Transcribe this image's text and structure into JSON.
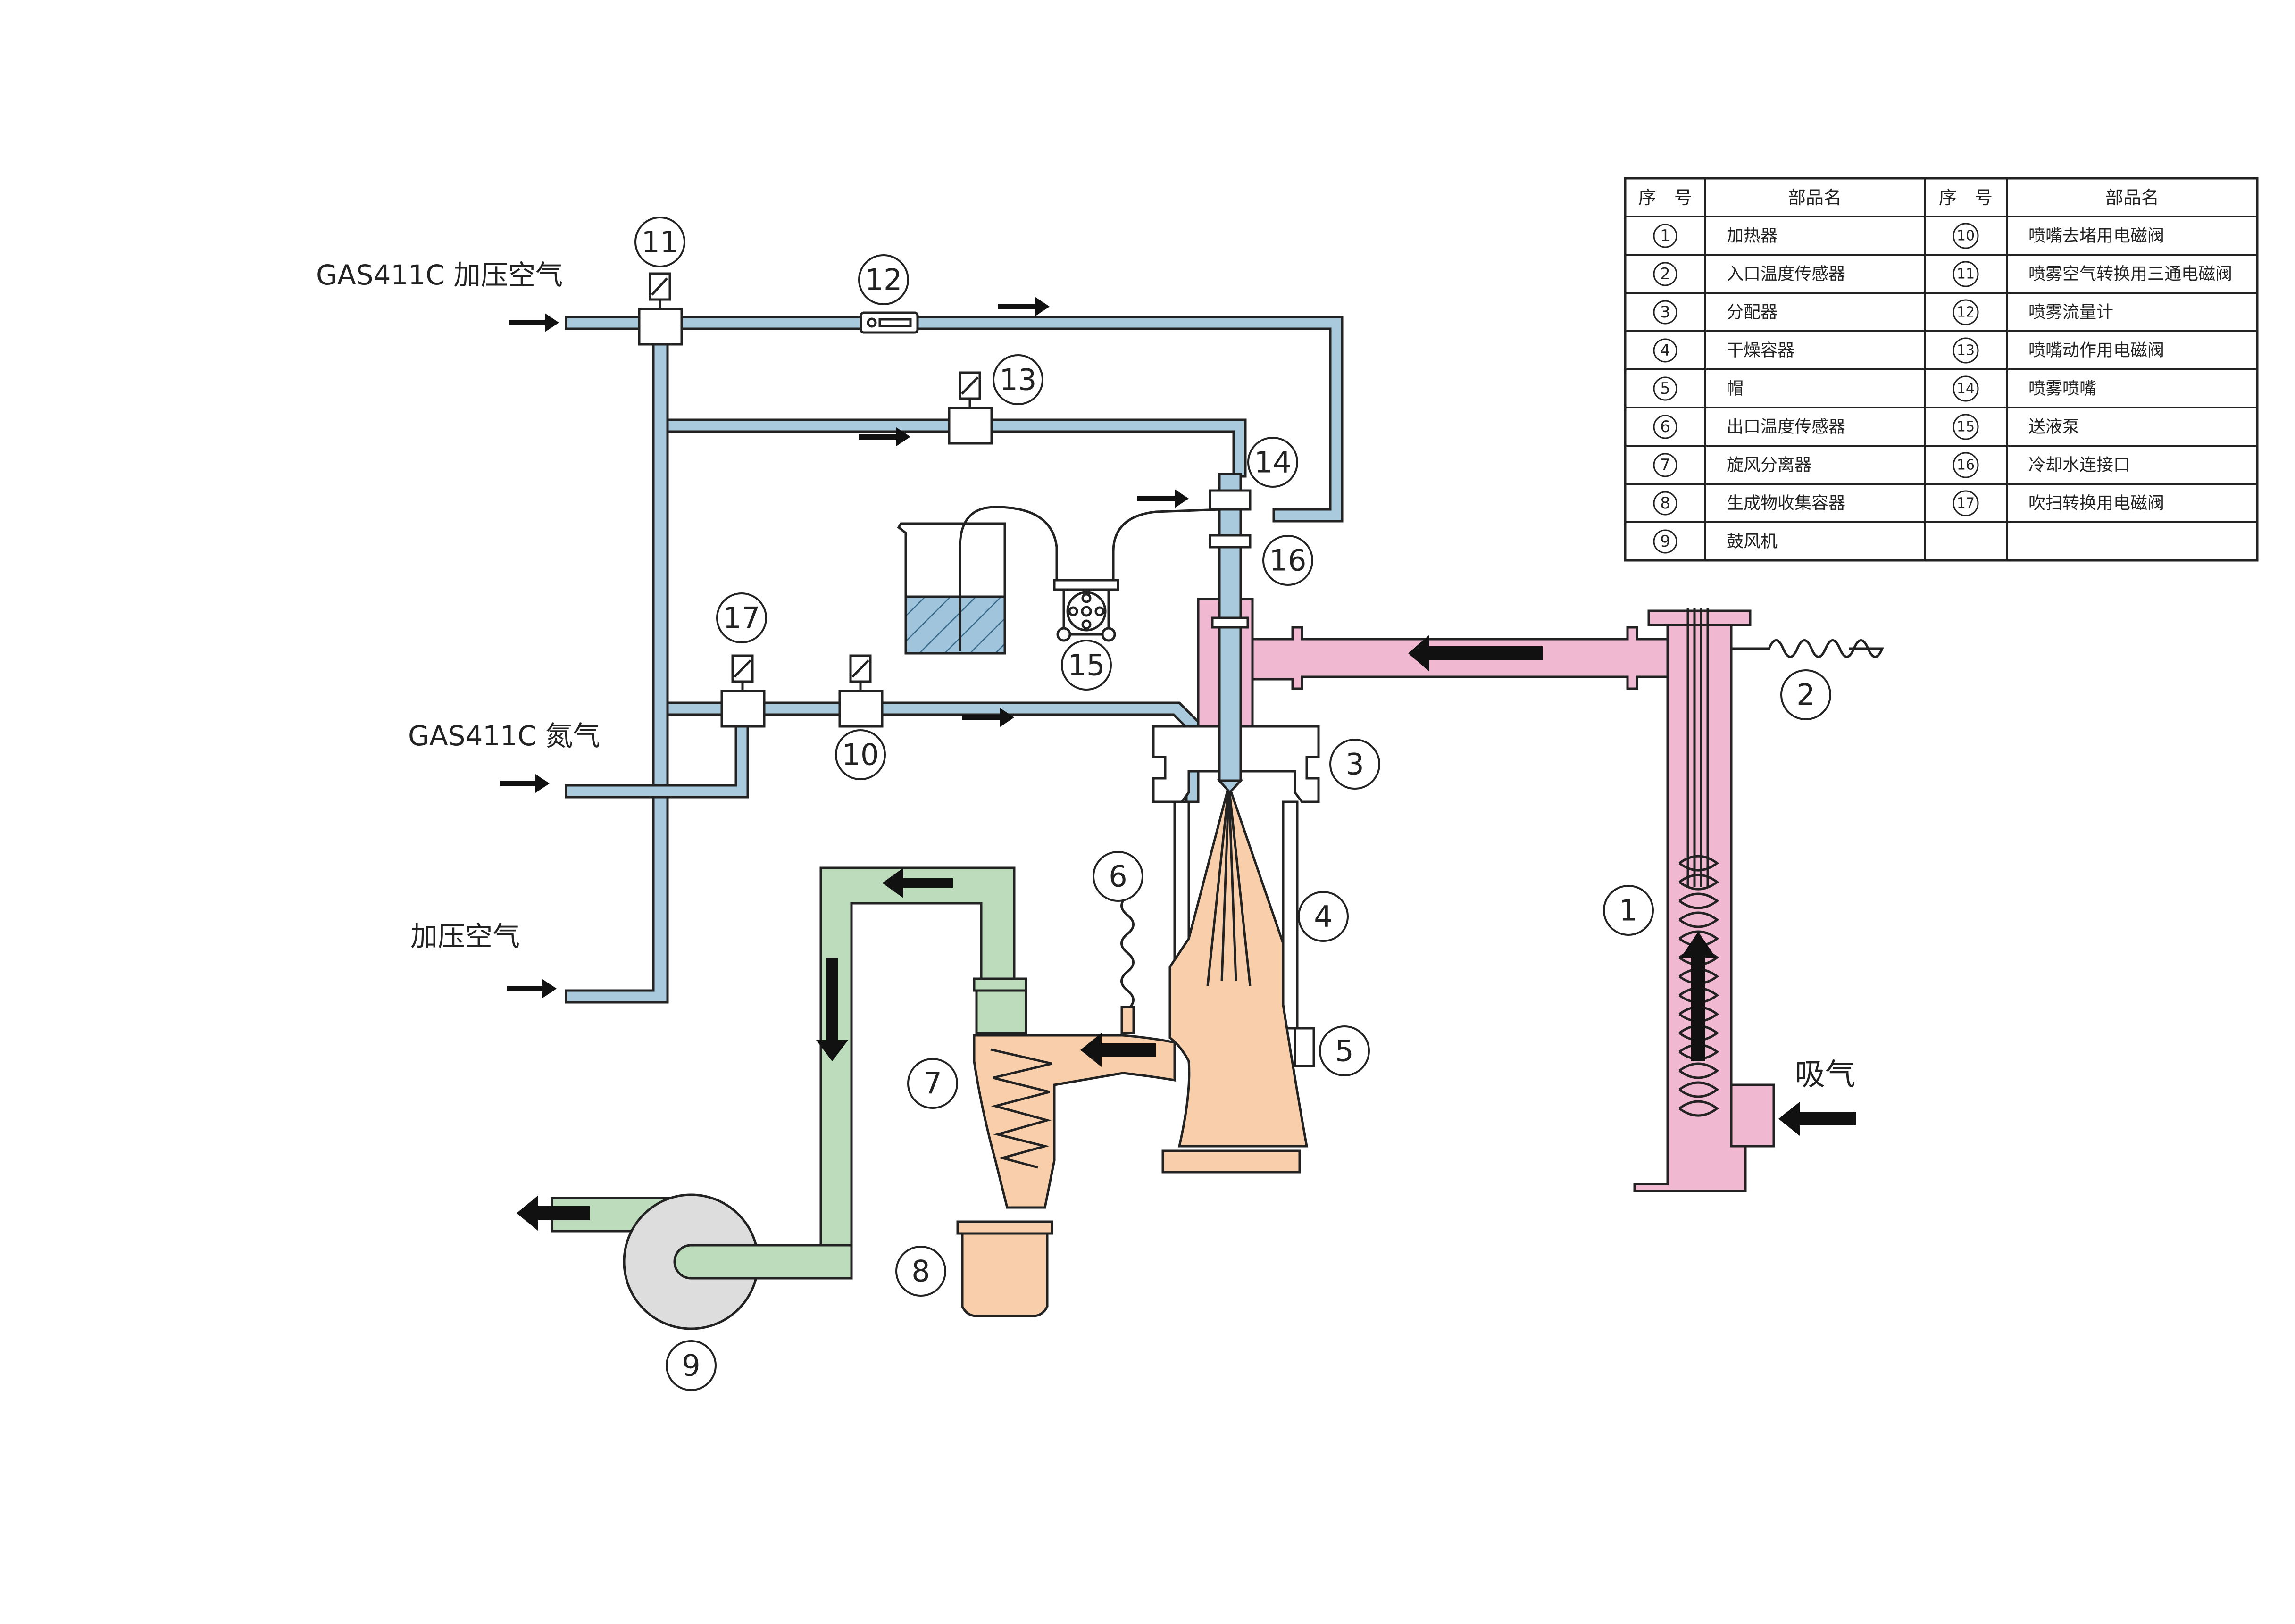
{
  "source_labels": {
    "gas_pressurized_air": "GAS411C 加压空气",
    "gas_nitrogen": "GAS411C 氮气",
    "pressurized_air": "加压空气",
    "intake": "吸气"
  },
  "component_numbers": [
    "1",
    "2",
    "3",
    "4",
    "5",
    "6",
    "7",
    "8",
    "9",
    "10",
    "11",
    "12",
    "13",
    "14",
    "15",
    "16",
    "17"
  ],
  "parts_table": {
    "headers": {
      "no": "序　号",
      "name": "部品名",
      "no2": "序　号",
      "name2": "部品名"
    },
    "left": [
      {
        "no": "1",
        "name": "加热器"
      },
      {
        "no": "2",
        "name": "入口温度传感器"
      },
      {
        "no": "3",
        "name": "分配器"
      },
      {
        "no": "4",
        "name": "干燥容器"
      },
      {
        "no": "5",
        "name": "帽"
      },
      {
        "no": "6",
        "name": "出口温度传感器"
      },
      {
        "no": "7",
        "name": "旋风分离器"
      },
      {
        "no": "8",
        "name": "生成物收集容器"
      },
      {
        "no": "9",
        "name": "鼓风机"
      }
    ],
    "right": [
      {
        "no": "10",
        "name": "喷嘴去堵用电磁阀"
      },
      {
        "no": "11",
        "name": "喷雾空气转换用三通电磁阀"
      },
      {
        "no": "12",
        "name": "喷雾流量计"
      },
      {
        "no": "13",
        "name": "喷嘴动作用电磁阀"
      },
      {
        "no": "14",
        "name": "喷雾喷嘴"
      },
      {
        "no": "15",
        "name": "送液泵"
      },
      {
        "no": "16",
        "name": "冷却水连接口"
      },
      {
        "no": "17",
        "name": "吹扫转换用电磁阀"
      }
    ]
  },
  "colors": {
    "gas_pipe": "#a9c9dc",
    "hot_air": "#f1b8d2",
    "product": "#f8cfaa",
    "exhaust": "#bcdcbc",
    "blower": "#dddddd",
    "liquid": "#9fc4dc",
    "line": "#222222"
  }
}
